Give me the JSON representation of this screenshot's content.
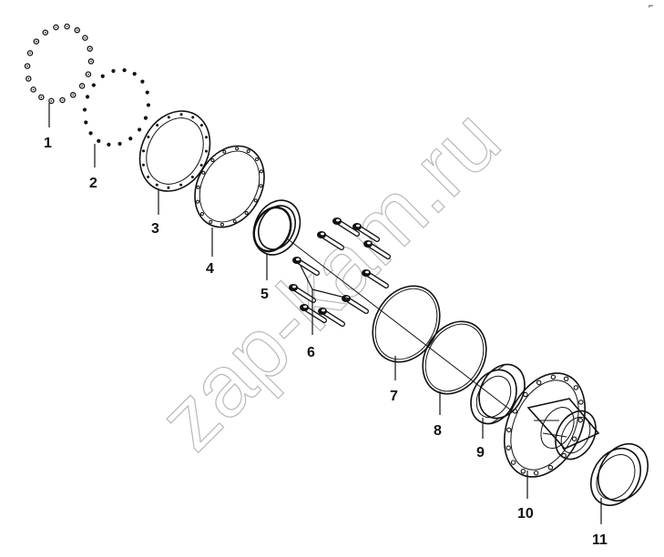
{
  "watermark": "zap-kam.ru",
  "corner_mark": "⌐",
  "callouts": [
    "1",
    "2",
    "3",
    "4",
    "5",
    "6",
    "7",
    "8",
    "9",
    "10",
    "11"
  ]
}
